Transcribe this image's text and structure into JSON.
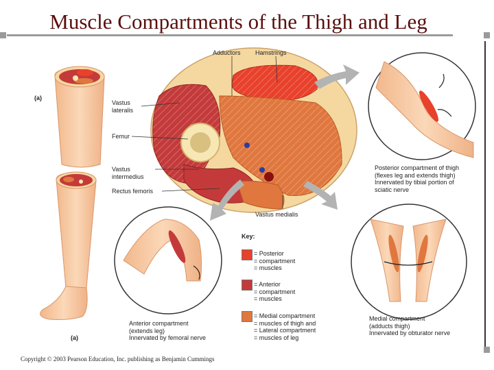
{
  "title": "Muscle Compartments of the Thigh and Leg",
  "panel_labels": {
    "a_top": "(a)",
    "a_bottom": "(a)"
  },
  "labels": {
    "adductors": "Adductors",
    "hamstrings": "Hamstrings",
    "vastus_lateralis": [
      "Vastus",
      "lateralis"
    ],
    "femur": "Femur",
    "vastus_intermedius": [
      "Vastus",
      "intermedius"
    ],
    "rectus_femoris": "Rectus femoris",
    "vastus_medialis": "Vastus medialis",
    "key": "Key:"
  },
  "captions": {
    "posterior": [
      "Posterior compartment of thigh",
      "(flexes leg and extends thigh)",
      "Innervated by tibial portion of",
      "sciatic nerve"
    ],
    "anterior": [
      "Anterior compartment",
      "(extends leg)",
      "Innervated by femoral nerve"
    ],
    "medial": [
      "Medial compartment",
      "(adducts thigh)",
      "Innervated by obturator nerve"
    ]
  },
  "key_items": [
    {
      "lines": [
        "= Posterior",
        "= compartment",
        "= muscles"
      ],
      "color": "#e8412c"
    },
    {
      "lines": [
        "= Anterior",
        "= compartment",
        "= muscles"
      ],
      "color": "#c43a3a"
    },
    {
      "lines": [
        "= Medial compartment",
        "= muscles of thigh and",
        "= Lateral compartment",
        "= muscles of leg"
      ],
      "color": "#e0773e"
    }
  ],
  "copyright": "Copyright © 2003 Pearson Education, Inc. publishing as Benjamin Cummings",
  "colors": {
    "posterior": "#e8412c",
    "anterior": "#c43a3a",
    "medial": "#e0773e",
    "skin": "#f7c9a0",
    "fat": "#f5d8a0",
    "title": "#5a0e0e"
  }
}
